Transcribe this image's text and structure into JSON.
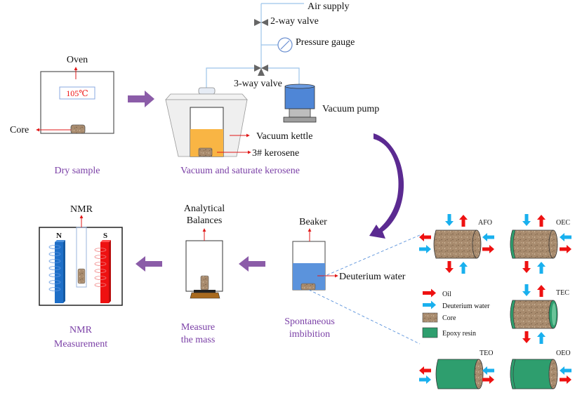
{
  "colors": {
    "step_text": "#7a3fa6",
    "flow_arrow": "#8b5ca8",
    "curved_arrow": "#5b2a91",
    "pointer_red": "#e01818",
    "pipe_blue": "#9cc4ea",
    "oil_red": "#ee1111",
    "water_blue": "#19b0ee",
    "epoxy_green": "#2e9e6e",
    "core_brown": "#a88b6e",
    "kerosene_orange": "#f9b544",
    "deuterium_blue": "#5b93dc",
    "pump_blue": "#4f86d6"
  },
  "oven": {
    "label": "Oven",
    "temperature": "105℃",
    "core_label": "Core",
    "step_label": "Dry sample"
  },
  "saturation": {
    "air_supply": "Air supply",
    "two_way_valve": "2-way valve",
    "pressure_gauge": "Pressure gauge",
    "three_way_valve": "3-way valve",
    "vacuum_pump": "Vacuum pump",
    "vacuum_kettle": "Vacuum kettle",
    "kerosene": "3# kerosene",
    "step_label": "Vacuum and saturate kerosene"
  },
  "imbibition": {
    "beaker": "Beaker",
    "deuterium_water": "Deuterium water",
    "step_label_line1": "Spontaneous",
    "step_label_line2": "imbibition"
  },
  "balance": {
    "label_line1": "Analytical",
    "label_line2": "Balances",
    "step_label_line1": "Measure",
    "step_label_line2": "the mass"
  },
  "nmr": {
    "label": "NMR",
    "north": "N",
    "south": "S",
    "step_label_line1": "NMR",
    "step_label_line2": "Measurement"
  },
  "boundary_conditions": [
    {
      "code": "AFO"
    },
    {
      "code": "OEC"
    },
    {
      "code": "TEC"
    },
    {
      "code": "TEO"
    },
    {
      "code": "OEO"
    }
  ],
  "legend": [
    {
      "label": "Oil",
      "swatch": "oil-arrow"
    },
    {
      "label": "Deuterium water",
      "swatch": "water-arrow"
    },
    {
      "label": "Core",
      "swatch": "core"
    },
    {
      "label": "Epoxy resin",
      "swatch": "epoxy"
    }
  ]
}
